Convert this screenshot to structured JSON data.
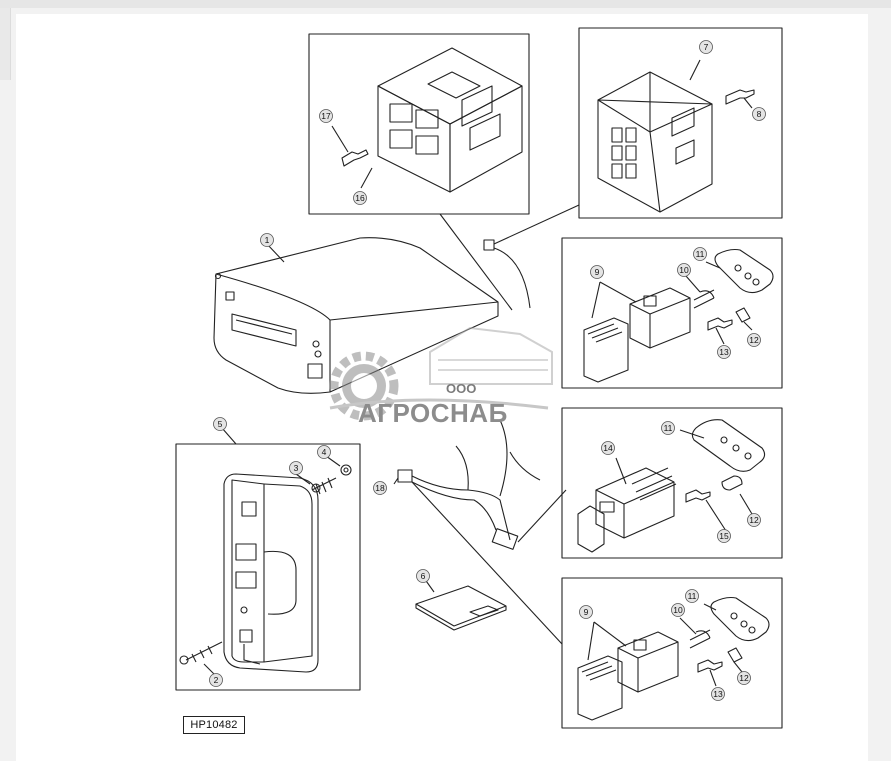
{
  "figure_code": "HP10482",
  "watermark": {
    "company_prefix": "ООО",
    "company_name": "АГРОСНАБ",
    "gear_color": "#8a8a8a",
    "text_color": "#9a9a9a"
  },
  "callouts": [
    "1",
    "2",
    "3",
    "4",
    "5",
    "6",
    "7",
    "8",
    "9",
    "10",
    "11",
    "12",
    "13",
    "14",
    "15",
    "16",
    "17",
    "18"
  ],
  "colors": {
    "line": "#222222",
    "callout_fill": "#e4e4e4"
  }
}
